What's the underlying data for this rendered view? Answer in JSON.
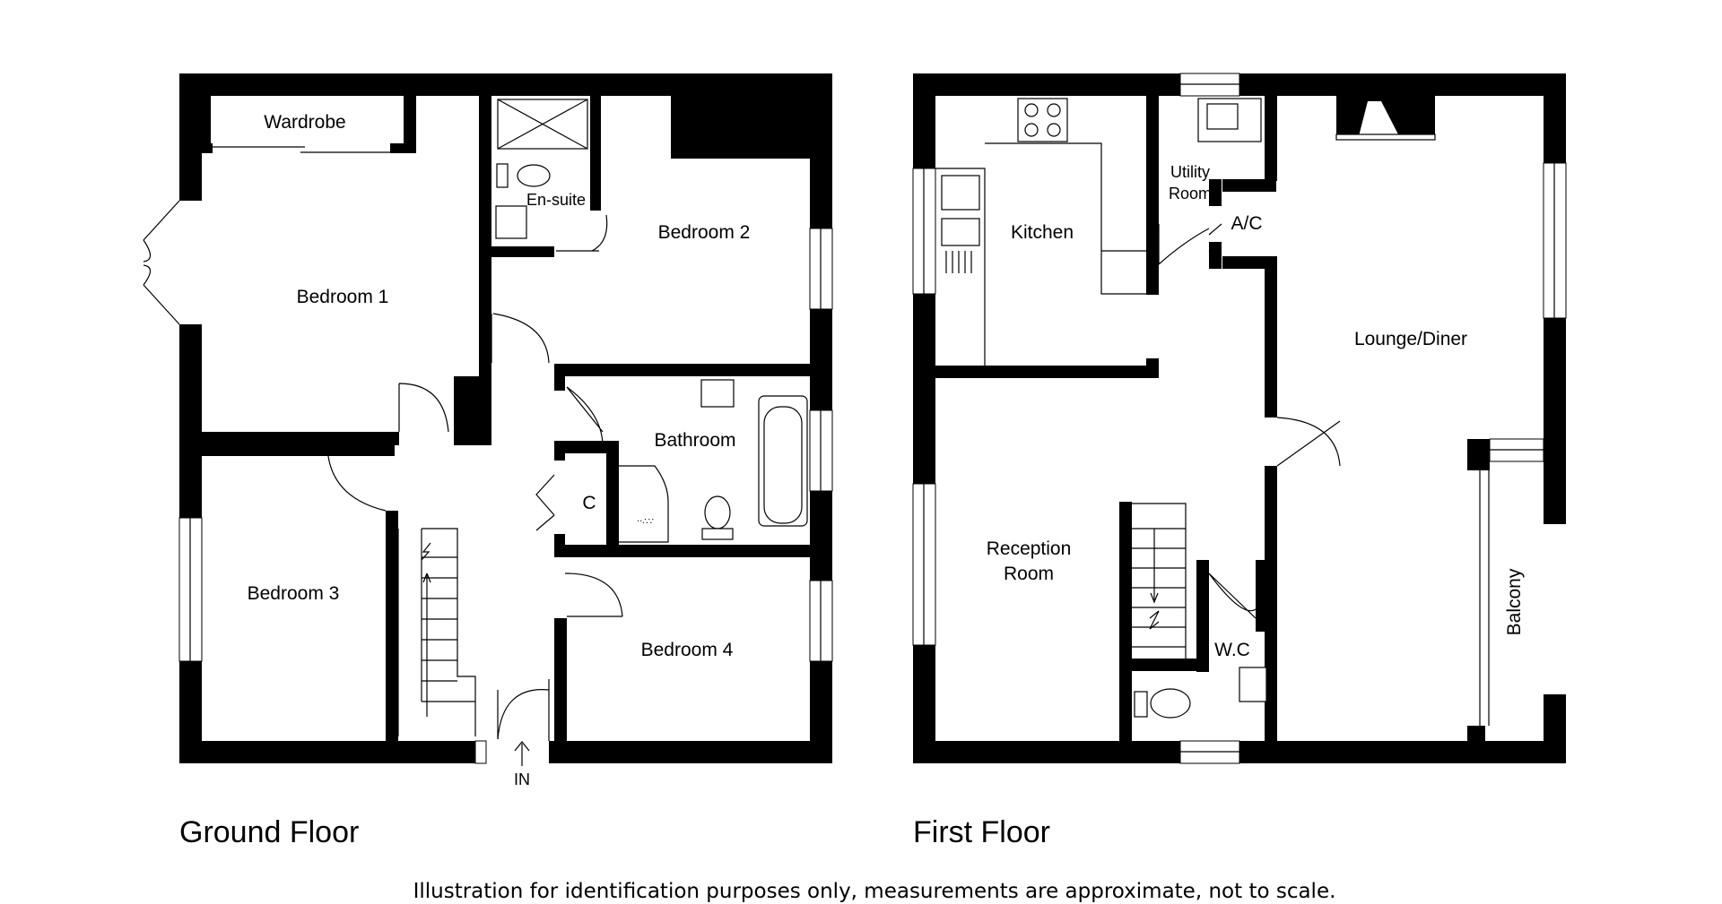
{
  "ground_floor": {
    "title": "Ground Floor",
    "rooms": {
      "wardrobe": "Wardrobe",
      "bedroom1": "Bedroom 1",
      "ensuite": "En-suite",
      "bedroom2": "Bedroom 2",
      "bathroom": "Bathroom",
      "cupboard": "C",
      "bedroom3": "Bedroom 3",
      "bedroom4": "Bedroom 4"
    },
    "entrance": "IN"
  },
  "first_floor": {
    "title": "First Floor",
    "rooms": {
      "kitchen": "Kitchen",
      "utility_line1": "Utility",
      "utility_line2": "Room",
      "ac": "A/C",
      "lounge": "Lounge/Diner",
      "reception_line1": "Reception",
      "reception_line2": "Room",
      "wc": "W.C",
      "balcony": "Balcony"
    }
  },
  "disclaimer": "Illustration for identification purposes only, measurements are approximate, not to scale."
}
